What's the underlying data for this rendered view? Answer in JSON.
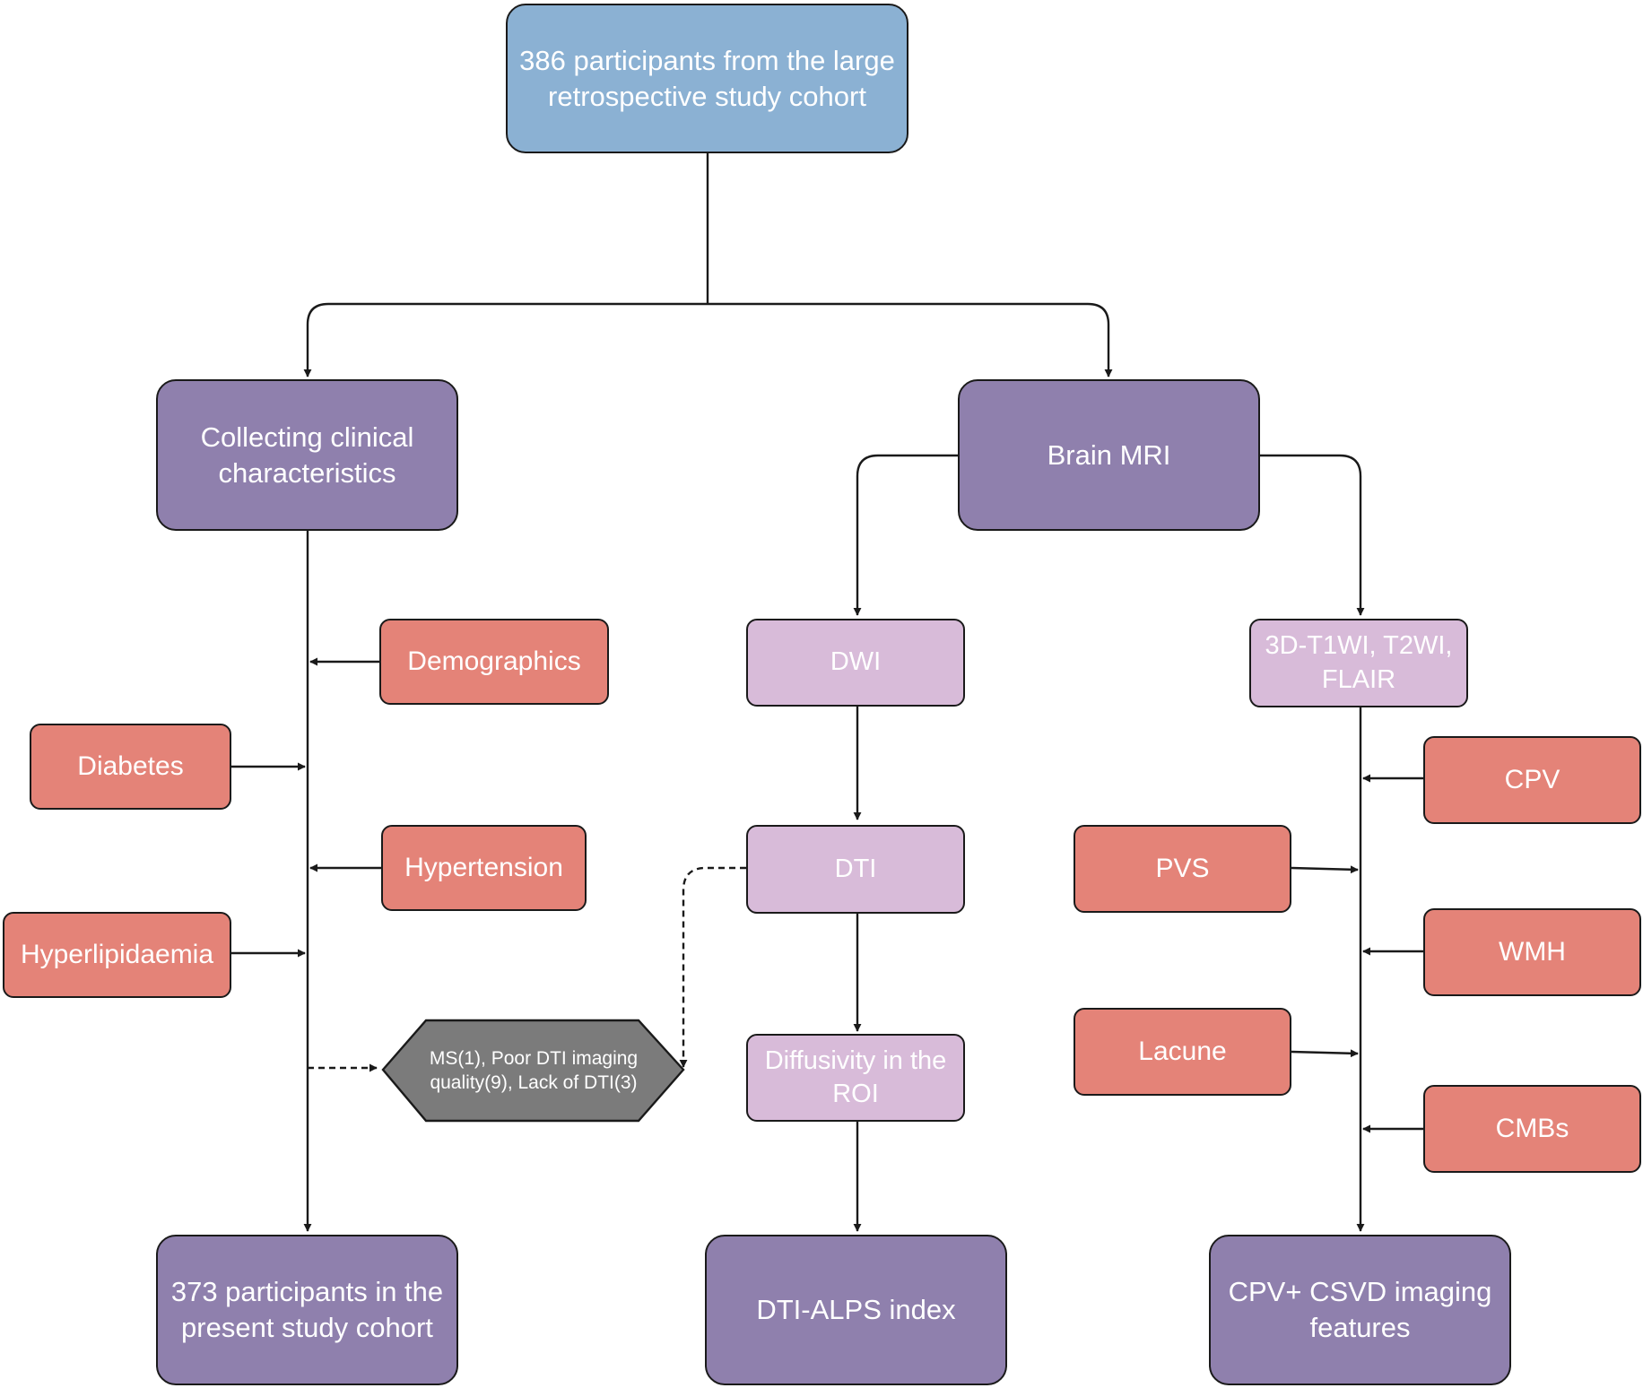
{
  "diagram": {
    "source_cohort": "386 participants from the large retrospective study cohort",
    "clinical": {
      "title": "Collecting clinical characteristics",
      "items": [
        "Demographics",
        "Diabetes",
        "Hypertension",
        "Hyperlipidaemia"
      ],
      "exclusion": "MS(1), Poor DTI imaging quality(9), Lack of DTI(3)",
      "result": "373 participants in the present study cohort"
    },
    "mri": {
      "title": "Brain MRI",
      "dwi_branch": {
        "steps": [
          "DWI",
          "DTI",
          "Diffusivity in the ROI"
        ],
        "result": "DTI-ALPS index"
      },
      "structural_branch": {
        "sequences": "3D-T1WI, T2WI, FLAIR",
        "features": [
          "CPV",
          "PVS",
          "WMH",
          "Lacune",
          "CMBs"
        ],
        "result": "CPV+ CSVD imaging features"
      }
    },
    "colors": {
      "source_box": "#8bb1d3",
      "main_box": "#8f80ad",
      "sequence_box": "#d8bbd9",
      "factor_box": "#e48378",
      "exclusion_box": "#7b7b7b",
      "line": "#1a1a1a"
    }
  }
}
